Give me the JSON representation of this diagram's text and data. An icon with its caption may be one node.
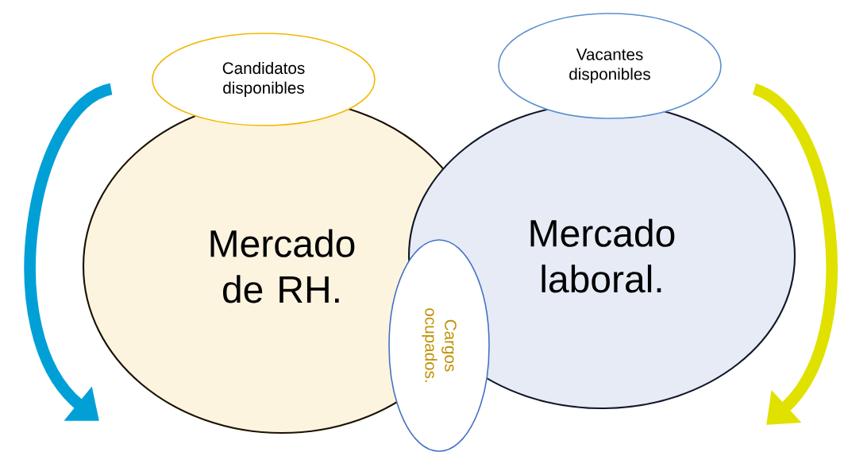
{
  "diagram": {
    "nodes": [
      {
        "text": [
          "Mercado de RH."
        ]
      },
      {
        "text": [
          "Mercado laboral."
        ]
      },
      {
        "text": [
          "Candidatos disponibles"
        ]
      },
      {
        "text": [
          "Vacantes disponibles"
        ]
      },
      {
        "text": [
          "Cargos ocupados."
        ]
      }
    ]
  }
}
